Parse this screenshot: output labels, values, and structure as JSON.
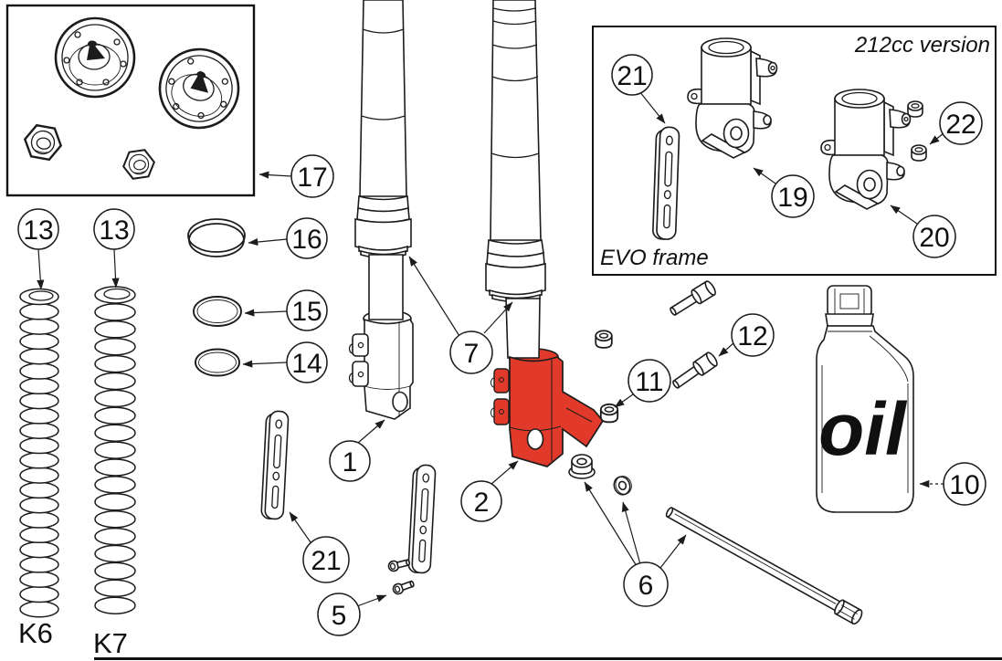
{
  "diagram": {
    "labels": {
      "version": "212cc version",
      "frame": "EVO frame",
      "spring_left": "K6",
      "spring_right": "K7",
      "oil": "oil"
    },
    "callouts": {
      "c1": "1",
      "c2": "2",
      "c5": "5",
      "c6": "6",
      "c7": "7",
      "c10": "10",
      "c11": "11",
      "c12": "12",
      "c13a": "13",
      "c13b": "13",
      "c14": "14",
      "c15": "15",
      "c16": "16",
      "c17": "17",
      "c19": "19",
      "c20": "20",
      "c21a": "21",
      "c21b": "21",
      "c22": "22"
    },
    "colors": {
      "highlight": "#e23a2a",
      "line": "#1c1c1c"
    }
  }
}
